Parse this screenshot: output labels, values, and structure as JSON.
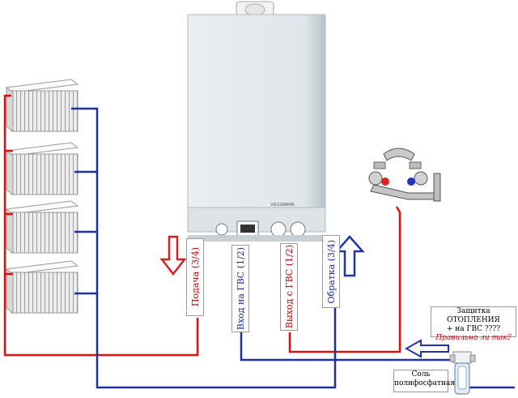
{
  "boiler": {
    "brand": "VIESSMANN"
  },
  "labels": {
    "supply": "Подача (3/4)",
    "dhw_in": "Вход на ГВС  (1/2)",
    "dhw_out": "Выход с ГВС  (1/2)",
    "return": "Обратка (3/4)"
  },
  "note": {
    "line1": "Защитка ОТОПЛЕНИЯ",
    "line2": "+ на ГВС ????",
    "question": "Правильно ли так?"
  },
  "filter_label": {
    "line1": "Соль",
    "line2": "полифосфатная"
  },
  "colors": {
    "hot_pipe": "#e01010",
    "cold_pipe": "#1f2fa8",
    "arrow_down": "#d42020",
    "arrow_up": "#2233b0"
  }
}
